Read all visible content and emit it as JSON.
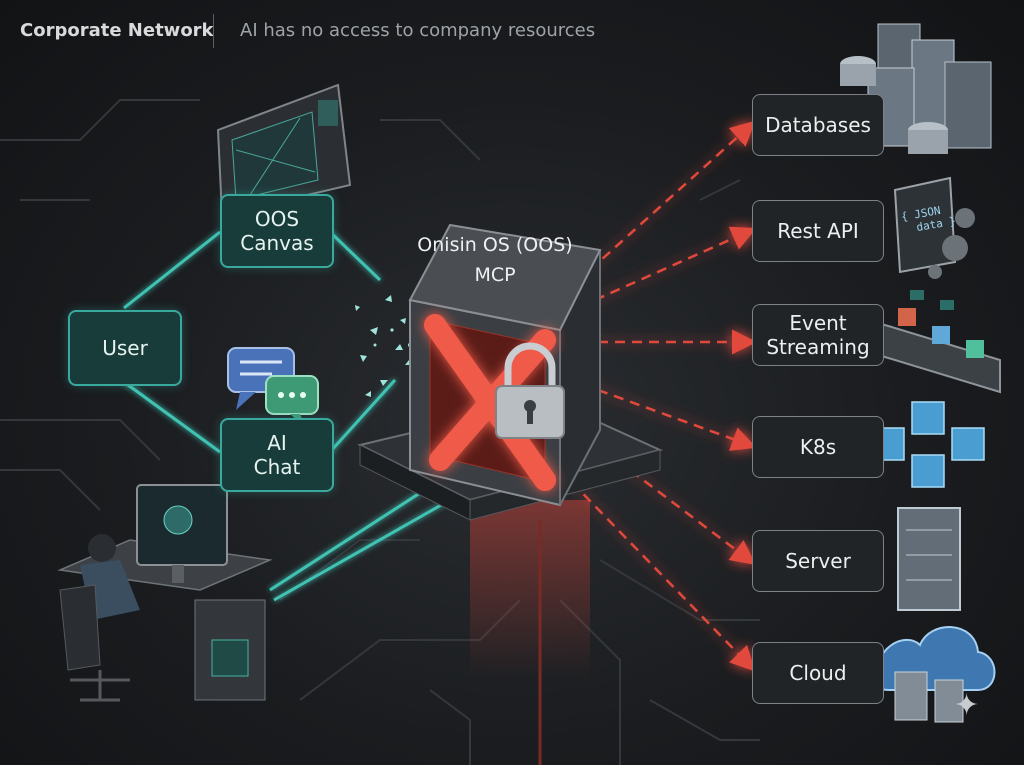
{
  "header": {
    "title": "Corporate Network",
    "subtitle": "AI has no access to company resources"
  },
  "nodes": {
    "canvas": "OOS\nCanvas",
    "user": "User",
    "ai_chat": "AI\nChat",
    "core_line1": "Onisin OS (OOS)",
    "core_line2": "MCP"
  },
  "resources": [
    "Databases",
    "Rest API",
    "Event\nStreaming",
    "K8s",
    "Server",
    "Cloud"
  ],
  "icon_text": {
    "json": "{ JSON\n  data }"
  },
  "colors": {
    "teal": "#3aa99d",
    "blocked_red": "#e2483c",
    "background": "#1a1c1f"
  }
}
